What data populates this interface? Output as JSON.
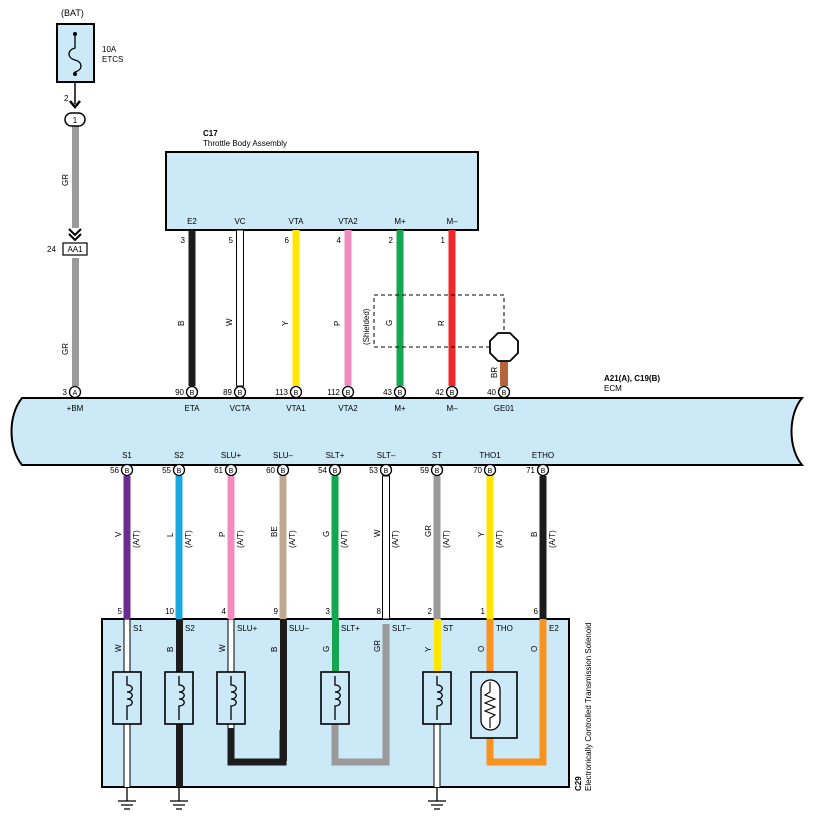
{
  "colors": {
    "component_fill": "#cce9f8",
    "gray": "#9a9a9a",
    "black": "#1c1c1c",
    "white": "#ffffff",
    "yellow": "#ffe500",
    "pink": "#f08cbf",
    "green": "#14a650",
    "red": "#ee2a2a",
    "brown": "#b5643a",
    "violet": "#6a2c91",
    "blue": "#1aa8e0",
    "beige": "#c0a890",
    "orange": "#f7931e"
  },
  "fuse": {
    "supply": "(BAT)",
    "rating": "10A",
    "name": "ETCS",
    "pin": "2"
  },
  "connectors": {
    "inline_pin": "1",
    "aa1_label": "AA1",
    "aa1_pin": "24"
  },
  "gr_wire": {
    "color_code_top": "GR",
    "color_code_bottom": "GR"
  },
  "throttle": {
    "id": "C17",
    "name": "Throttle Body Assembly",
    "shielded": "(Shielded)",
    "terminals": [
      {
        "name": "E2",
        "pin": "3",
        "code": "B",
        "ecm_pin": "90",
        "ecm_conn": "B",
        "ecm_name": "ETA",
        "color": "black"
      },
      {
        "name": "VC",
        "pin": "5",
        "code": "W",
        "ecm_pin": "89",
        "ecm_conn": "B",
        "ecm_name": "VCTA",
        "color": "white"
      },
      {
        "name": "VTA",
        "pin": "6",
        "code": "Y",
        "ecm_pin": "113",
        "ecm_conn": "B",
        "ecm_name": "VTA1",
        "color": "yellow"
      },
      {
        "name": "VTA2",
        "pin": "4",
        "code": "P",
        "ecm_pin": "112",
        "ecm_conn": "B",
        "ecm_name": "VTA2",
        "color": "pink"
      },
      {
        "name": "M+",
        "pin": "2",
        "code": "G",
        "ecm_pin": "43",
        "ecm_conn": "B",
        "ecm_name": "M+",
        "color": "green"
      },
      {
        "name": "M–",
        "pin": "1",
        "code": "R",
        "ecm_pin": "42",
        "ecm_conn": "B",
        "ecm_name": "M–",
        "color": "red"
      }
    ]
  },
  "ground": {
    "ecm_pin": "40",
    "ecm_conn": "B",
    "ecm_name": "GE01",
    "code": "BR"
  },
  "ecm": {
    "connectors": "A21(A), C19(B)",
    "name": "ECM",
    "bm_pin": "3",
    "bm_conn": "A",
    "bm_name": "+BM"
  },
  "solenoid": {
    "id": "C29",
    "name": "Electronically Controlled Transmission Solenoid",
    "wires": [
      {
        "ecm_name": "S1",
        "ecm_pin": "56",
        "ecm_conn": "B",
        "code": "V",
        "note": "(A/T)",
        "pin": "5",
        "term": "S1",
        "color": "violet",
        "inner_code": "W"
      },
      {
        "ecm_name": "S2",
        "ecm_pin": "55",
        "ecm_conn": "B",
        "code": "L",
        "note": "(A/T)",
        "pin": "10",
        "term": "S2",
        "color": "blue",
        "inner_code": "B"
      },
      {
        "ecm_name": "SLU+",
        "ecm_pin": "61",
        "ecm_conn": "B",
        "code": "P",
        "note": "(A/T)",
        "pin": "4",
        "term": "SLU+",
        "color": "pink",
        "inner_code": "W"
      },
      {
        "ecm_name": "SLU–",
        "ecm_pin": "60",
        "ecm_conn": "B",
        "code": "BE",
        "note": "(A/T)",
        "pin": "9",
        "term": "SLU–",
        "color": "beige",
        "inner_code": "B"
      },
      {
        "ecm_name": "SLT+",
        "ecm_pin": "54",
        "ecm_conn": "B",
        "code": "G",
        "note": "(A/T)",
        "pin": "3",
        "term": "SLT+",
        "color": "green",
        "inner_code": "G"
      },
      {
        "ecm_name": "SLT–",
        "ecm_pin": "53",
        "ecm_conn": "B",
        "code": "W",
        "note": "(A/T)",
        "pin": "8",
        "term": "SLT–",
        "color": "white",
        "inner_code": "GR"
      },
      {
        "ecm_name": "ST",
        "ecm_pin": "59",
        "ecm_conn": "B",
        "code": "GR",
        "note": "(A/T)",
        "pin": "2",
        "term": "ST",
        "color": "gray",
        "inner_code": "Y"
      },
      {
        "ecm_name": "THO1",
        "ecm_pin": "70",
        "ecm_conn": "B",
        "code": "Y",
        "note": "(A/T)",
        "pin": "1",
        "term": "THO",
        "color": "yellow",
        "inner_code": "O"
      },
      {
        "ecm_name": "ETHO",
        "ecm_pin": "71",
        "ecm_conn": "B",
        "code": "B",
        "note": "(A/T)",
        "pin": "6",
        "term": "E2",
        "color": "black",
        "inner_code": "O"
      }
    ]
  }
}
